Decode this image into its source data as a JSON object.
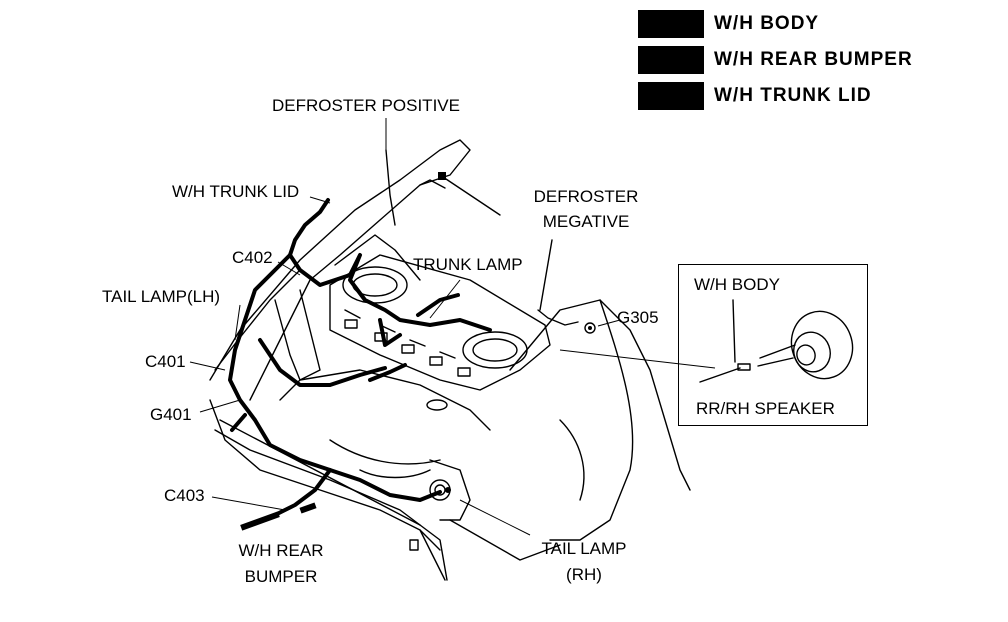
{
  "legend": [
    {
      "label": "W/H  BODY"
    },
    {
      "label": "W/H  REAR  BUMPER"
    },
    {
      "label": "W/H  TRUNK  LID"
    }
  ],
  "labels": {
    "defroster_positive": "DEFROSTER POSITIVE",
    "wh_trunk_lid": "W/H TRUNK LID",
    "defroster_negative_1": "DEFROSTER",
    "defroster_negative_2": "MEGATIVE",
    "c402": "C402",
    "trunk_lamp": "TRUNK LAMP",
    "tail_lamp_lh": "TAIL LAMP(LH)",
    "g305": "G305",
    "c401": "C401",
    "g401": "G401",
    "c403": "C403",
    "wh_rear_bumper_1": "W/H REAR",
    "wh_rear_bumper_2": "BUMPER",
    "tail_lamp_rh_1": "TAIL LAMP",
    "tail_lamp_rh_2": "(RH)"
  },
  "inset": {
    "wh_body": "W/H BODY",
    "speaker": "RR/RH SPEAKER"
  }
}
